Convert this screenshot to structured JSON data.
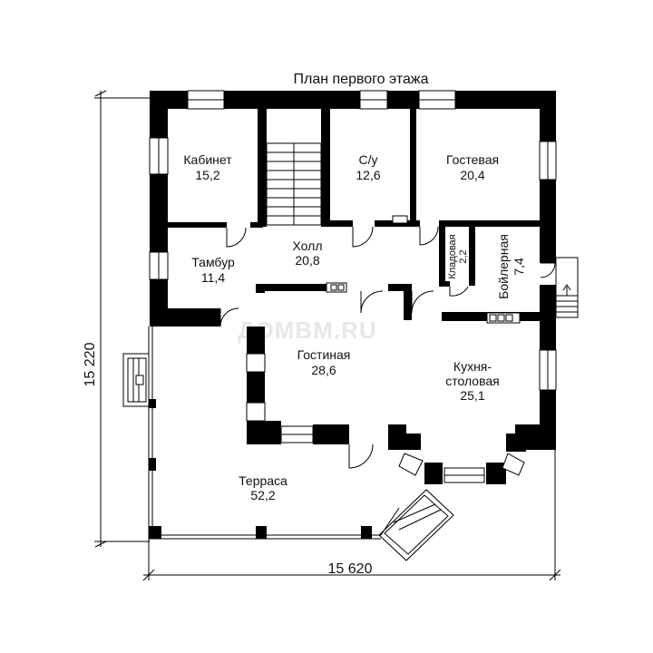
{
  "title": "План первого этажа",
  "dimensions": {
    "width": "15 620",
    "height": "15 220"
  },
  "watermark": "ДОМВМ.RU",
  "rooms": {
    "kabinet": {
      "name": "Кабинет",
      "area": "15,2"
    },
    "su": {
      "name": "С/у",
      "area": "12,6"
    },
    "gostevaya": {
      "name": "Гостевая",
      "area": "20,4"
    },
    "tambur": {
      "name": "Тамбур",
      "area": "11,4"
    },
    "holl": {
      "name": "Холл",
      "area": "20,8"
    },
    "kladovaya": {
      "name": "Кладовая",
      "area": "2,2"
    },
    "boilernaya": {
      "name": "Бойлерная",
      "area": "7,4"
    },
    "gostinaya": {
      "name": "Гостиная",
      "area": "28,6"
    },
    "kuhnya": {
      "name_line1": "Кухня-",
      "name_line2": "столовая",
      "area": "25,1"
    },
    "terrasa": {
      "name": "Терраса",
      "area": "52,2"
    }
  }
}
